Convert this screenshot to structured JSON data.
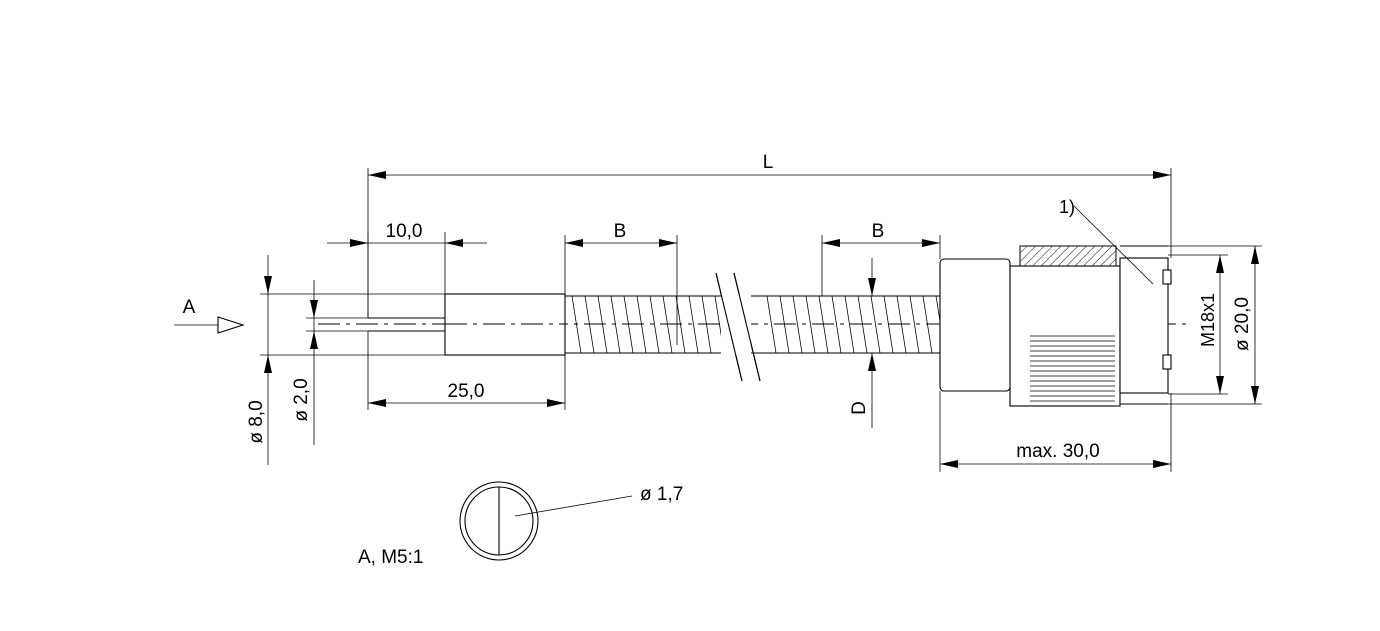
{
  "labels": {
    "overall_length": "L",
    "tip_length": "10,0",
    "sleeve_length": "25,0",
    "bend_length_left": "B",
    "bend_length_right": "B",
    "view_marker": "A",
    "diameter_outer": "ø 8,0",
    "diameter_inner": "ø 2,0",
    "conduit_diameter": "D",
    "connector_length": "max. 30,0",
    "thread": "M18x1",
    "connector_diameter": "ø 20,0",
    "callout": "1)",
    "detail_diameter": "ø 1,7",
    "detail_title": "A, M5:1"
  }
}
